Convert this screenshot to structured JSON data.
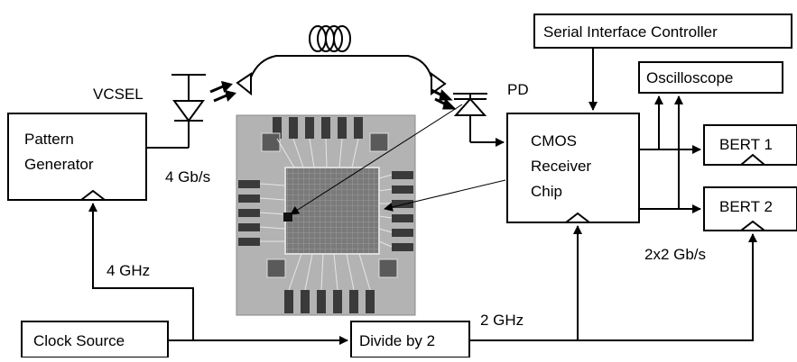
{
  "blocks": {
    "pattern_generator": [
      "Pattern",
      "Generator"
    ],
    "clock_source": "Clock Source",
    "divide_by_2": "Divide by 2",
    "serial_interface_controller": "Serial Interface Controller",
    "oscilloscope": "Oscilloscope",
    "cmos_receiver": [
      "CMOS",
      "Receiver",
      "Chip"
    ],
    "bert1": "BERT 1",
    "bert2": "BERT 2"
  },
  "labels": {
    "vcsel": "VCSEL",
    "pd": "PD",
    "rate_4gbps": "4 Gb/s",
    "freq_4ghz": "4 GHz",
    "freq_2ghz": "2 GHz",
    "rate_2x2gbps": "2x2 Gb/s"
  },
  "colors": {
    "line": "#000000",
    "background": "#ffffff",
    "chip_photo": "#9a9a9a",
    "die": "#7c7c7c"
  },
  "icons": [
    "fiber-coil-icon",
    "vcsel-diode-icon",
    "photodiode-icon",
    "emission-arrows-icon"
  ]
}
